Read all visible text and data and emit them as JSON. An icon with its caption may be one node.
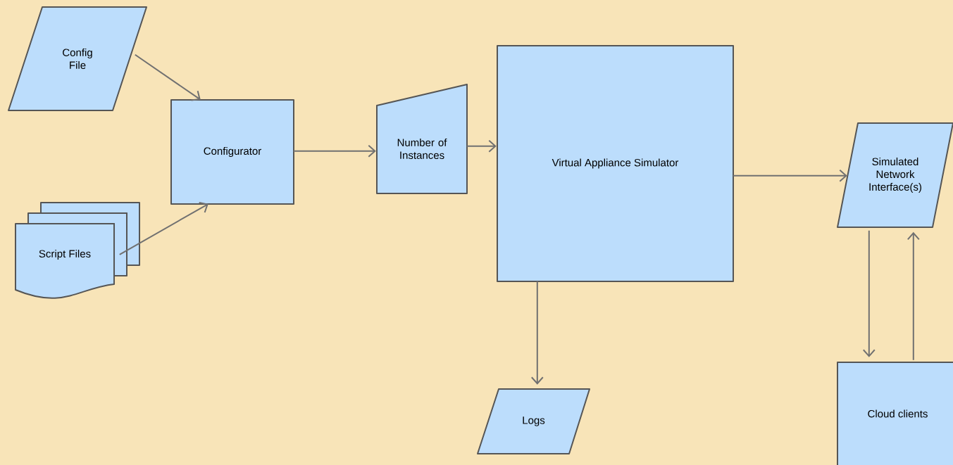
{
  "diagram": {
    "nodes": [
      {
        "text": [
          "Config File"
        ]
      },
      {
        "text": [
          "Configurator"
        ]
      },
      {
        "text": [
          "Script Files"
        ]
      },
      {
        "text": [
          "Number of Instances"
        ]
      },
      {
        "text": [
          "Virtual Appliance Simulator"
        ]
      },
      {
        "text": [
          "Simulated Network Interface(s)"
        ]
      },
      {
        "text": [
          "Logs"
        ]
      },
      {
        "text": [
          "Cloud clients"
        ]
      }
    ],
    "edges": [
      {
        "from": 0,
        "to": 1,
        "arrow": "to"
      },
      {
        "from": 2,
        "to": 1,
        "arrow": "to"
      },
      {
        "from": 1,
        "to": 3,
        "arrow": "to"
      },
      {
        "from": 3,
        "to": 4,
        "arrow": "to"
      },
      {
        "from": 4,
        "to": 5,
        "arrow": "to"
      },
      {
        "from": 4,
        "to": 6,
        "arrow": "to"
      },
      {
        "from": 5,
        "to": 7,
        "arrow": "to"
      },
      {
        "from": 7,
        "to": 5,
        "arrow": "to"
      }
    ]
  }
}
